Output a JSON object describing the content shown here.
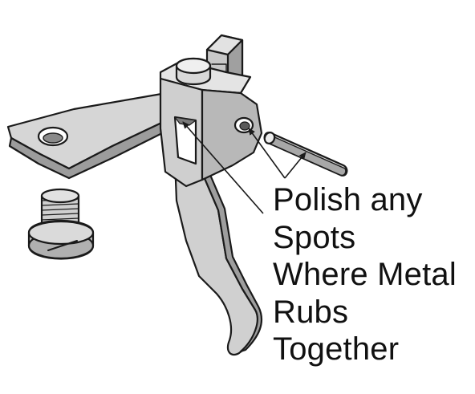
{
  "caption": {
    "lines": [
      "Polish any",
      "Spots",
      "Where Metal",
      "Rubs",
      "Together"
    ]
  },
  "colors": {
    "part_fill": "#d4d4d4",
    "part_shade": "#b4b4b4",
    "part_dark": "#8c8c8c",
    "outline": "#1a1a1a",
    "text": "#111111"
  },
  "parts": [
    "trigger-lever-icon",
    "trigger-housing-icon",
    "trigger-blade-icon",
    "adjustment-screw-icon",
    "pivot-pin-icon"
  ]
}
